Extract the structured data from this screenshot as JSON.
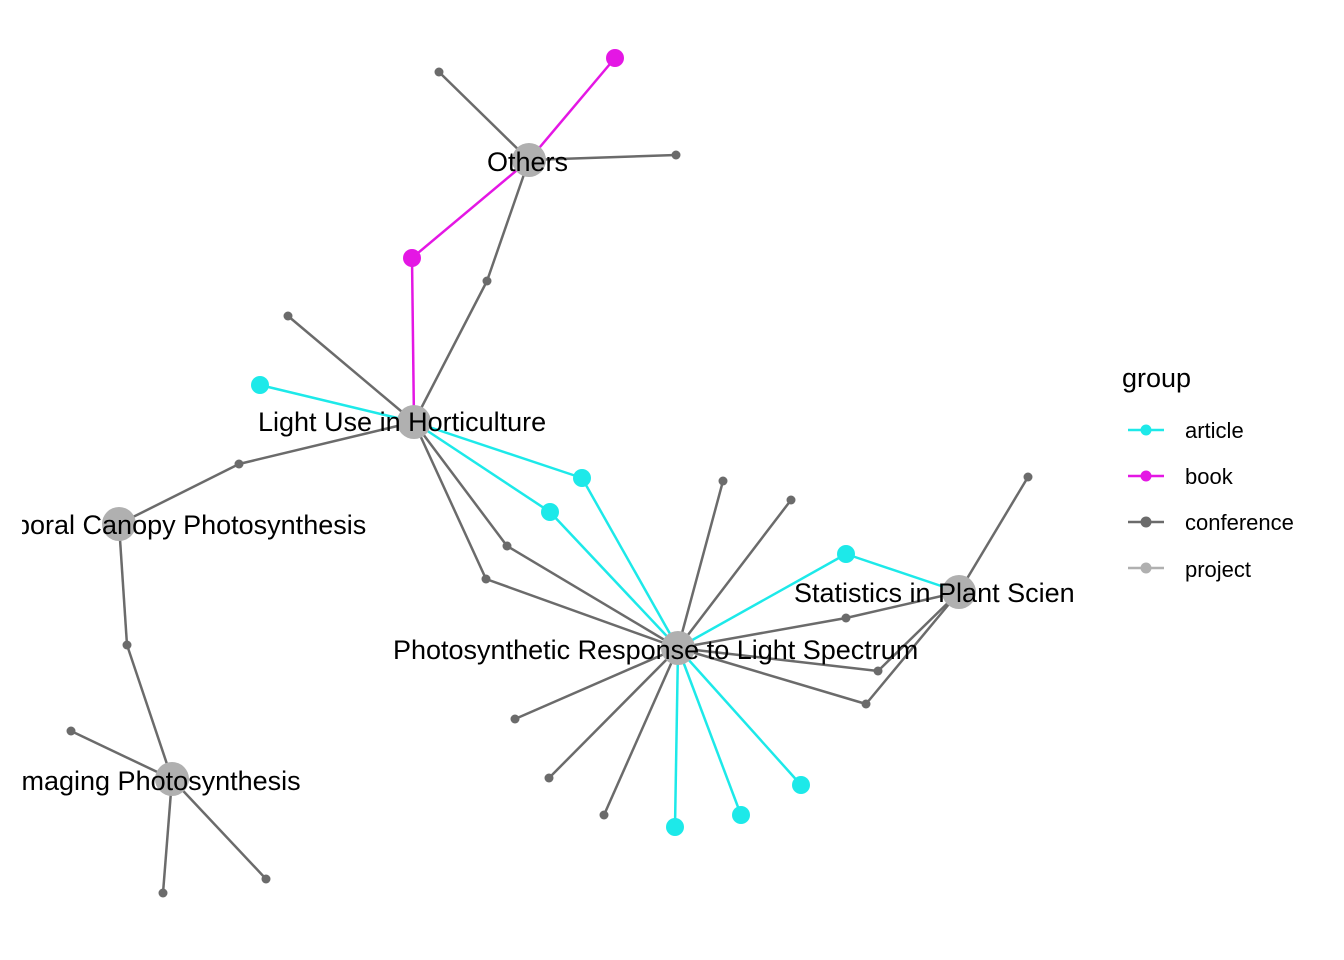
{
  "legend": {
    "title": "group",
    "items": [
      {
        "id": "article",
        "label": "article",
        "color": "#1DE9E9"
      },
      {
        "id": "book",
        "label": "book",
        "color": "#E417E4"
      },
      {
        "id": "conference",
        "label": "conference",
        "color": "#6B6B6B"
      },
      {
        "id": "project",
        "label": "project",
        "color": "#B0B0B0"
      }
    ]
  },
  "hubs": [
    {
      "id": "others",
      "label": "Others"
    },
    {
      "id": "light_use",
      "label": "Light Use in Horticulture"
    },
    {
      "id": "canopy",
      "label": "Temporal Canopy Photosynthesis"
    },
    {
      "id": "imaging",
      "label": "Imaging Photosynthesis"
    },
    {
      "id": "spectrum",
      "label": "Photosynthetic Response to Light Spectrum"
    },
    {
      "id": "statistics",
      "label": "Statistics in Plant Science"
    }
  ]
}
